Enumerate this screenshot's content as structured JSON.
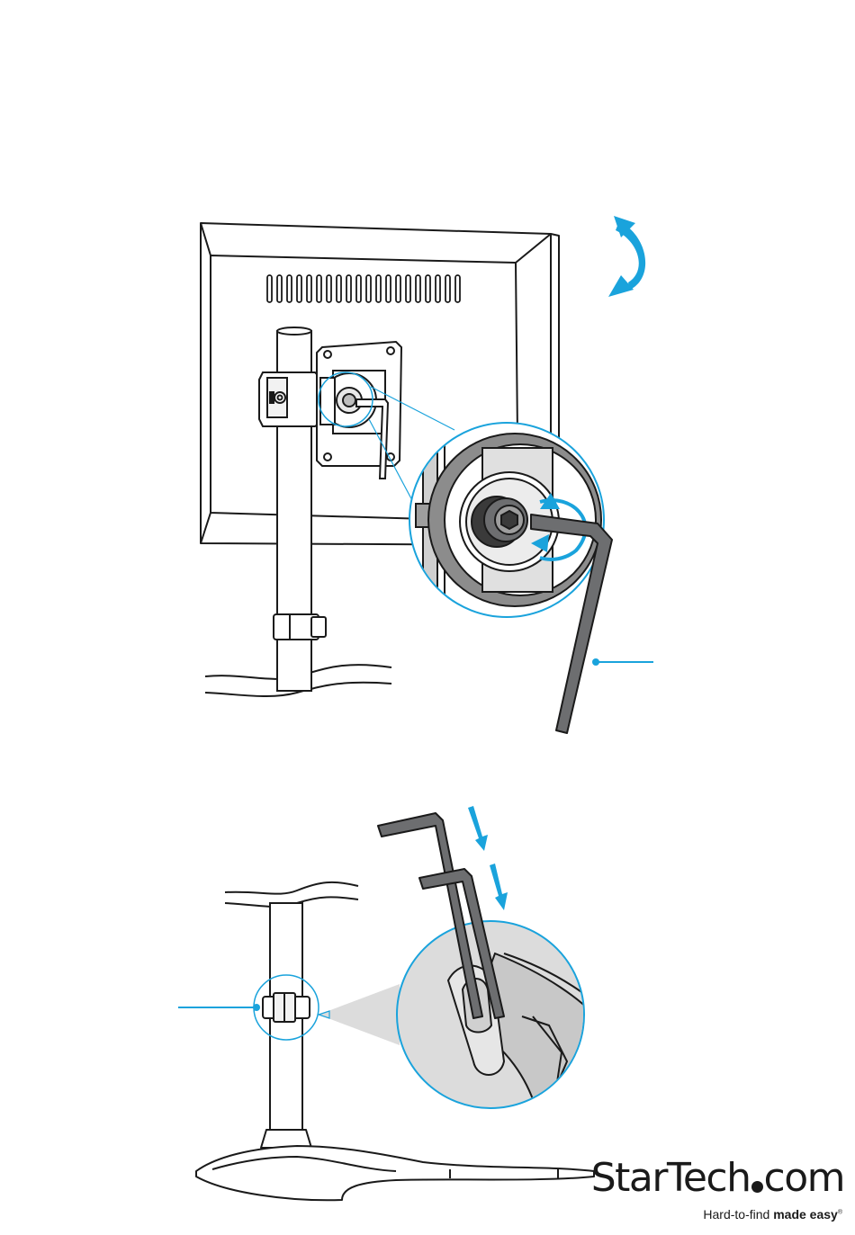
{
  "colors": {
    "accent": "#1aa3dc",
    "line": "#1a1a1a",
    "tool": "#6d6e70",
    "mount": "#3a3a3a",
    "lens": "#dcdcdc"
  },
  "icons": {
    "rotate_arrow": "curved-double-arrow-icon",
    "insert_arrows": "down-arrow-icon",
    "callout_dot": "callout-dot-icon"
  },
  "logo": {
    "brand_part1": "StarTech",
    "brand_part2": "com",
    "tagline_regular": "Hard-to-find ",
    "tagline_bold": "made easy",
    "trademark": "®"
  }
}
